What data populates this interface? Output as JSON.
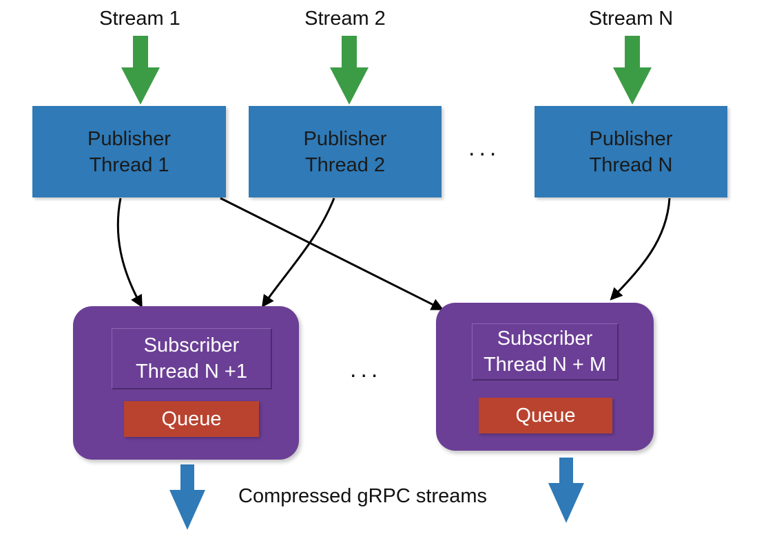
{
  "streams": [
    {
      "label": "Stream 1"
    },
    {
      "label": "Stream 2"
    },
    {
      "label": "Stream N"
    }
  ],
  "publishers": [
    {
      "line1": "Publisher",
      "line2": "Thread 1"
    },
    {
      "line1": "Publisher",
      "line2": "Thread 2"
    },
    {
      "line1": "Publisher",
      "line2": "Thread N"
    }
  ],
  "subscribers": [
    {
      "line1": "Subscriber",
      "line2": "Thread N +1",
      "queue": "Queue"
    },
    {
      "line1": "Subscriber",
      "line2": "Thread N + M",
      "queue": "Queue"
    }
  ],
  "ellipsis": "...",
  "caption": "Compressed gRPC streams",
  "colors": {
    "input_arrow": "#3c9c45",
    "publisher": "#2f7ab7",
    "subscriber": "#6b3f96",
    "queue": "#b9432f",
    "output_arrow": "#2f7ab7"
  }
}
